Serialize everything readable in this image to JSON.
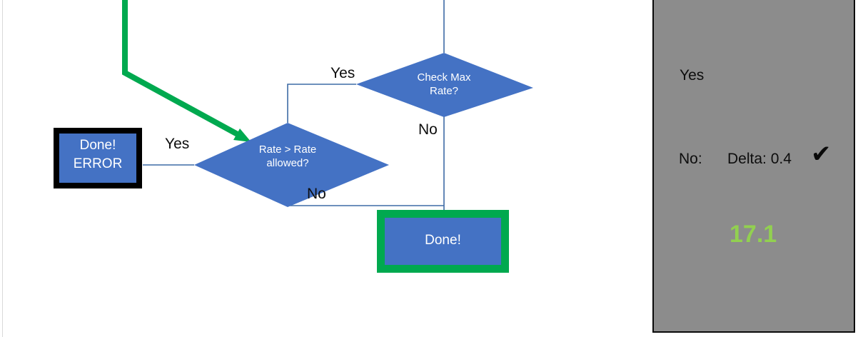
{
  "slide": {
    "background_color": "#ffffff",
    "shape_fill": "#4472c4",
    "highlight_green": "#00a94f",
    "outline_black": "#000000",
    "panel_fill": "#8c8c8c",
    "panel_border": "#0a0a0a",
    "panel_arrow_color": "#4a4a4a",
    "value_green": "#92d050"
  },
  "flowchart": {
    "nodes": [
      {
        "id": "done-error",
        "kind": "process",
        "label": "Done!\nERROR",
        "border": "black-thick"
      },
      {
        "id": "rate-gt-rate-allowed",
        "kind": "decision",
        "label": "Rate > Rate\nallowed?"
      },
      {
        "id": "check-max-rate",
        "kind": "decision",
        "label": "Check Max\nRate?"
      },
      {
        "id": "done",
        "kind": "process",
        "label": "Done!",
        "border": "green-thick"
      }
    ],
    "edge_labels": [
      {
        "id": "yes-check-max-rate",
        "text": "Yes"
      },
      {
        "id": "no-check-max-rate",
        "text": "No"
      },
      {
        "id": "yes-rate-allowed",
        "text": "Yes"
      },
      {
        "id": "no-rate-allowed",
        "text": "No"
      }
    ]
  },
  "panel": {
    "yes_label": "Yes",
    "no_label": "No:",
    "delta_label": "Delta: 0.4",
    "check_glyph": "✔",
    "result_value": "17.1"
  }
}
